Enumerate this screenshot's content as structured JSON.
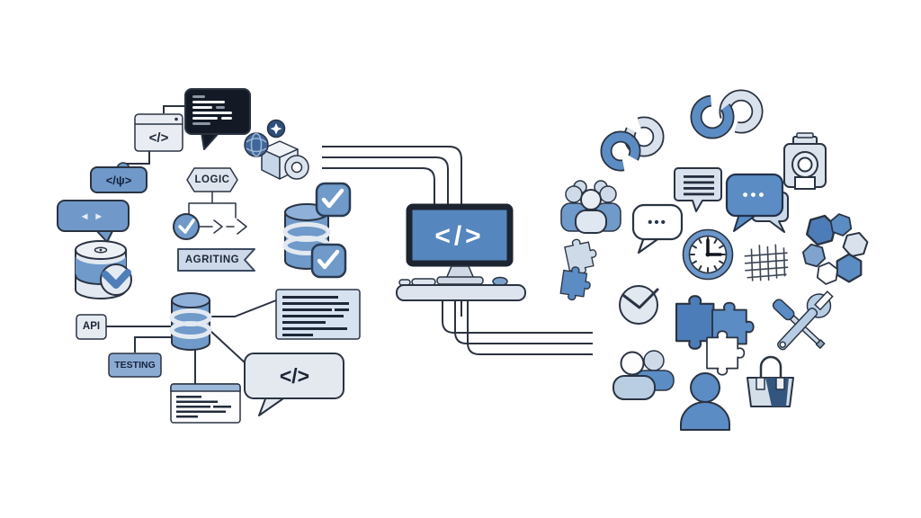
{
  "illustration": {
    "title": "software development and collaboration illustration",
    "left": {
      "code_window_label": "</>",
      "script_badge_label": "</ψ>",
      "nav_arrows_label": "◂ ▸",
      "logic_label": "LOGIC",
      "ribbon_label": "AGRITING",
      "api_label": "API",
      "testing_label": "TESTING",
      "code_bubble_label": "</>"
    },
    "center": {
      "screen_label": "</>"
    },
    "right": {
      "chat_dots_primary": "•••",
      "chat_dots_secondary": "•••"
    },
    "colors": {
      "background": "#ffffff",
      "accent_blue": "#5b8cc4",
      "deep_blue": "#4d7db8",
      "light_blue": "#d9e2ec",
      "outline": "#2a3342",
      "dark_panel": "#131a26",
      "screen_blue": "#5586bd"
    },
    "icons": {
      "code-chat-bubble-icon": "dark speech bubble with code lines",
      "browser-code-window-icon": "window frame with code glyph",
      "script-tag-icon": "rounded blue tag with code glyph",
      "nav-chat-bubble-icon": "blue speech bubble with arrows",
      "storage-drum-icon": "drum cylinder with chevron badge",
      "logic-flowchart-icon": "hexagon label with branch and check",
      "algorithm-ribbon-icon": "notched banner ribbon",
      "package-box-icon": "open 3d box with globe, spark and lens",
      "database-checks-icon": "database with two check badges",
      "database-hub-icon": "database hub linked to api, testing, docs and code",
      "monitor-icon": "desktop monitor with code on desk",
      "pipes-icon": "tube connectors into and out of monitor",
      "link-rings-icon": "two interlocked rings (two instances)",
      "camera-icon": "camera front view",
      "chat-lines-icon": "speech bubble with text lines",
      "chat-dots-duo-icon": "overlapping chat bubbles with dots",
      "team-group-icon": "group of people",
      "dots-bubble-icon": "white speech bubble with dots",
      "clock-icon": "analog clock with ticks",
      "grid-sketch-icon": "hand drawn grid",
      "hex-cycle-icon": "ring of hexagon pieces",
      "puzzle-pair-icon": "two small puzzle pieces",
      "minimal-clock-icon": "plain clock with check hands",
      "puzzle-assembly-icon": "large interlocking puzzle pieces",
      "tools-icon": "crossed wrench and screwdriver",
      "user-pair-icon": "two person silhouettes",
      "user-icon": "single person silhouette",
      "briefcase-icon": "handbag with dark panel"
    }
  }
}
